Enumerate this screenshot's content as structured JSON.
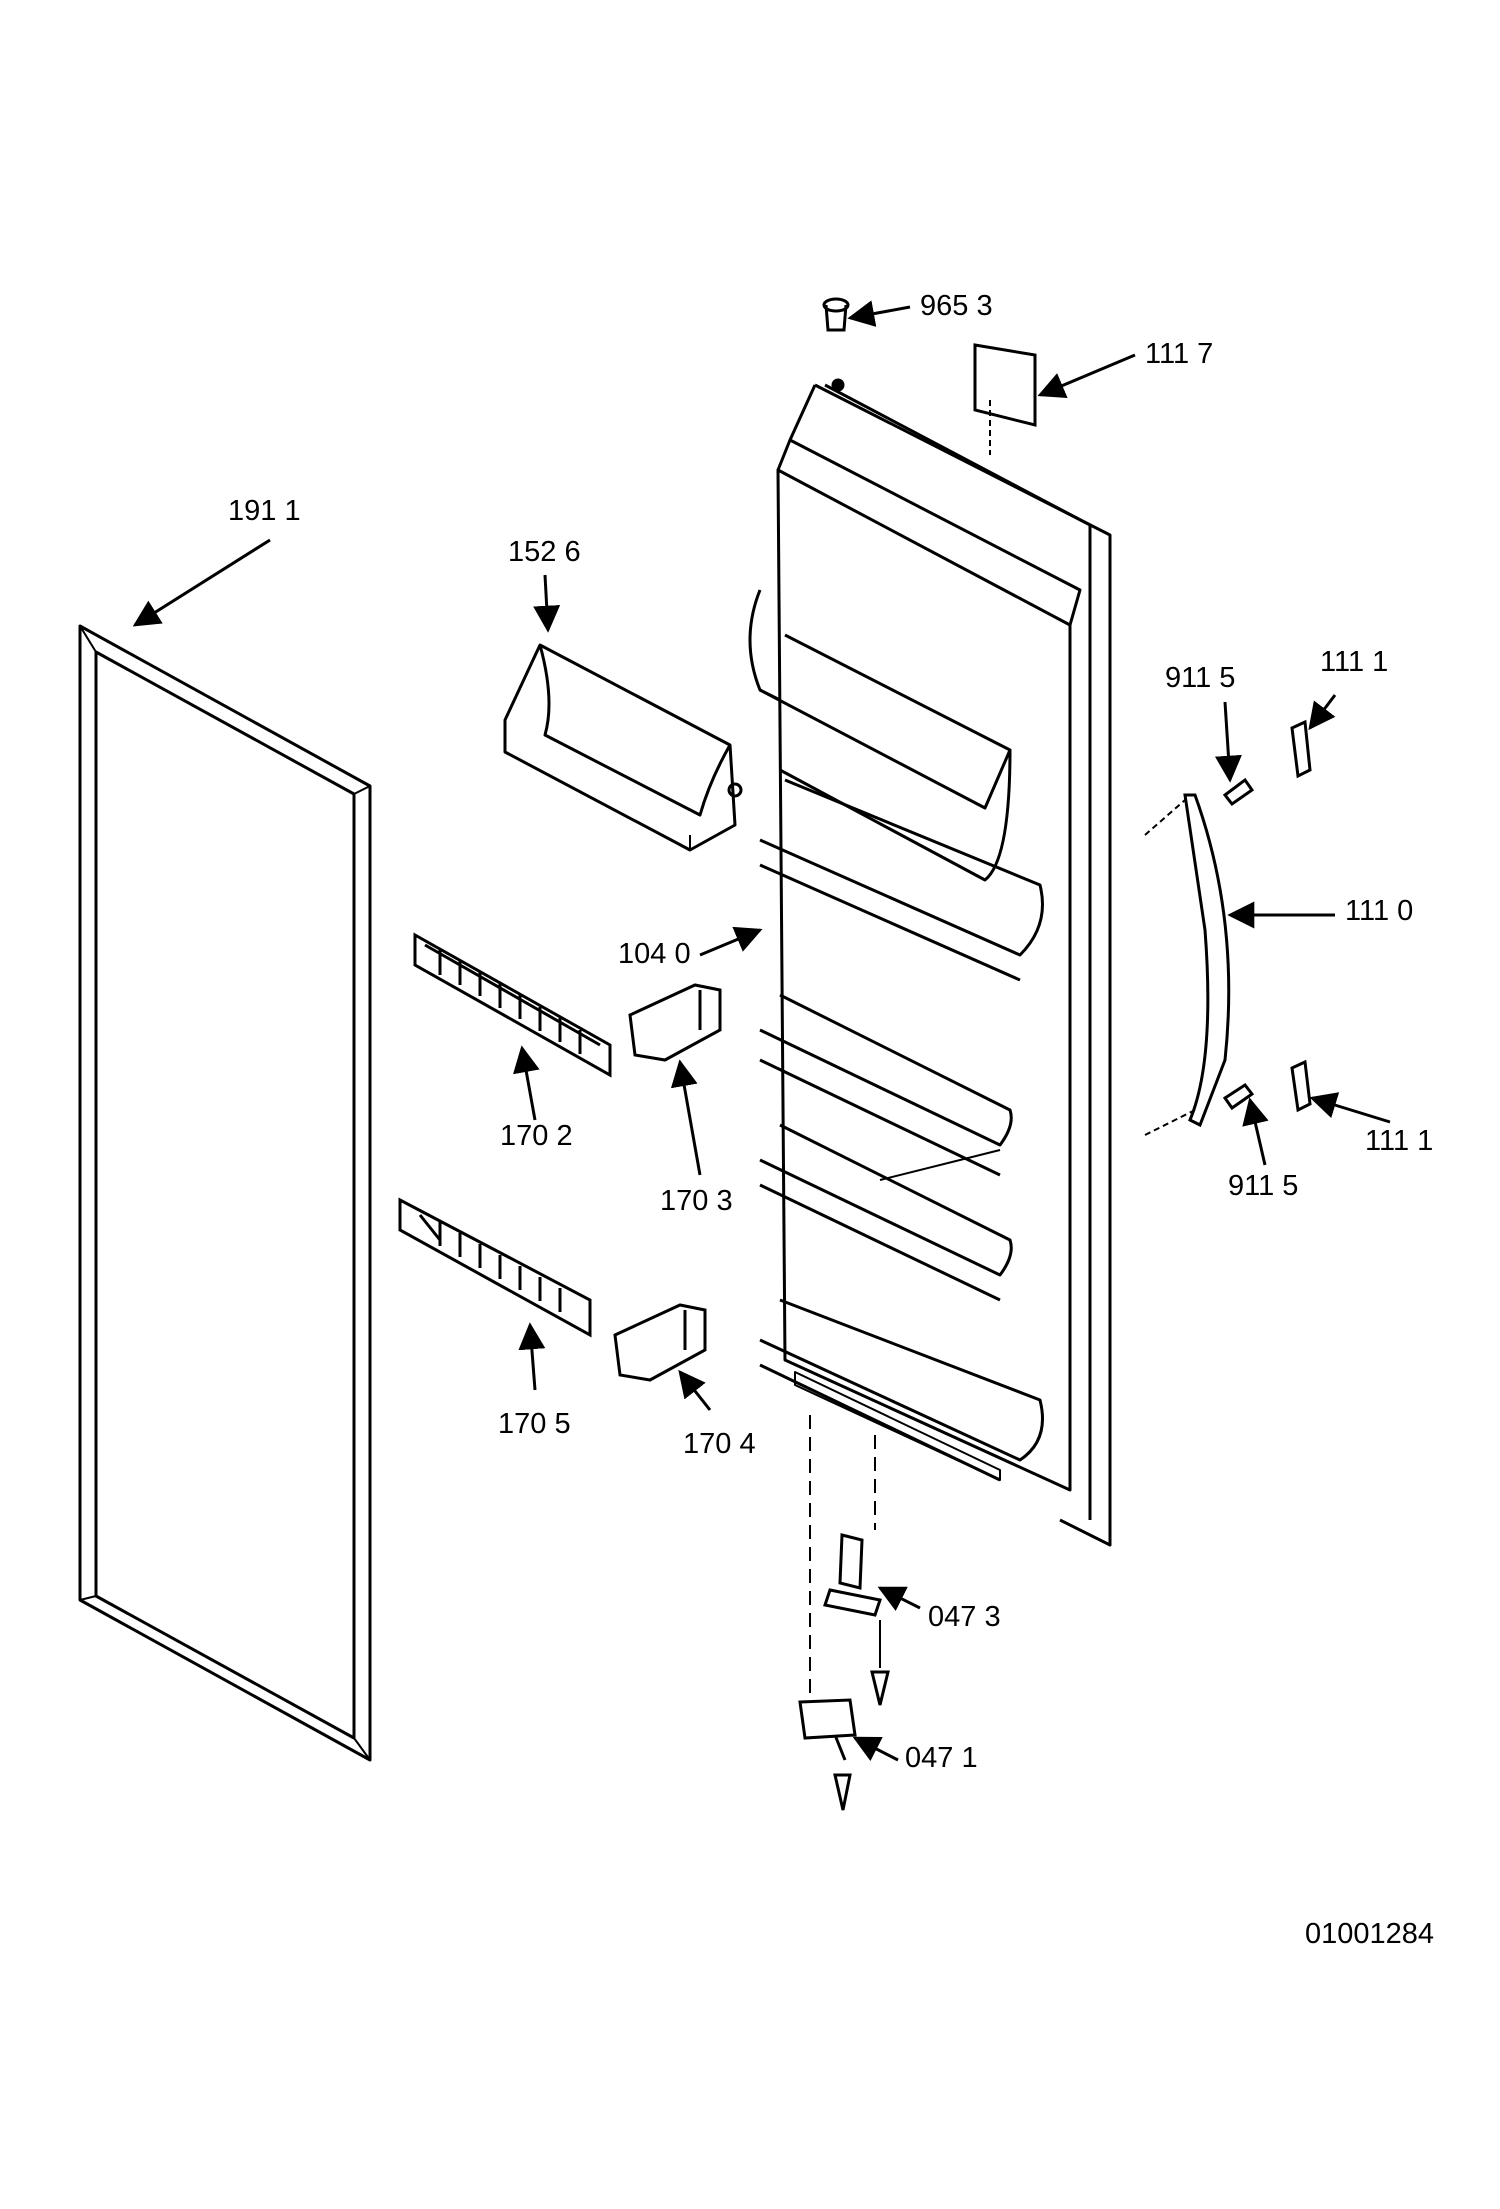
{
  "diagram": {
    "document_number": "01001284",
    "colors": {
      "line": "#000000",
      "background": "#ffffff"
    },
    "callouts": {
      "p9653": "965 3",
      "p1117": "111 7",
      "p1911": "191 1",
      "p1526": "152 6",
      "p9115_top": "911 5",
      "p1111_top": "111 1",
      "p1110": "111 0",
      "p1040": "104 0",
      "p1702": "170 2",
      "p1703": "170 3",
      "p1111_bottom": "111 1",
      "p9115_bottom": "911 5",
      "p1705": "170 5",
      "p1704": "170 4",
      "p0473": "047 3",
      "p0471": "047 1"
    }
  }
}
